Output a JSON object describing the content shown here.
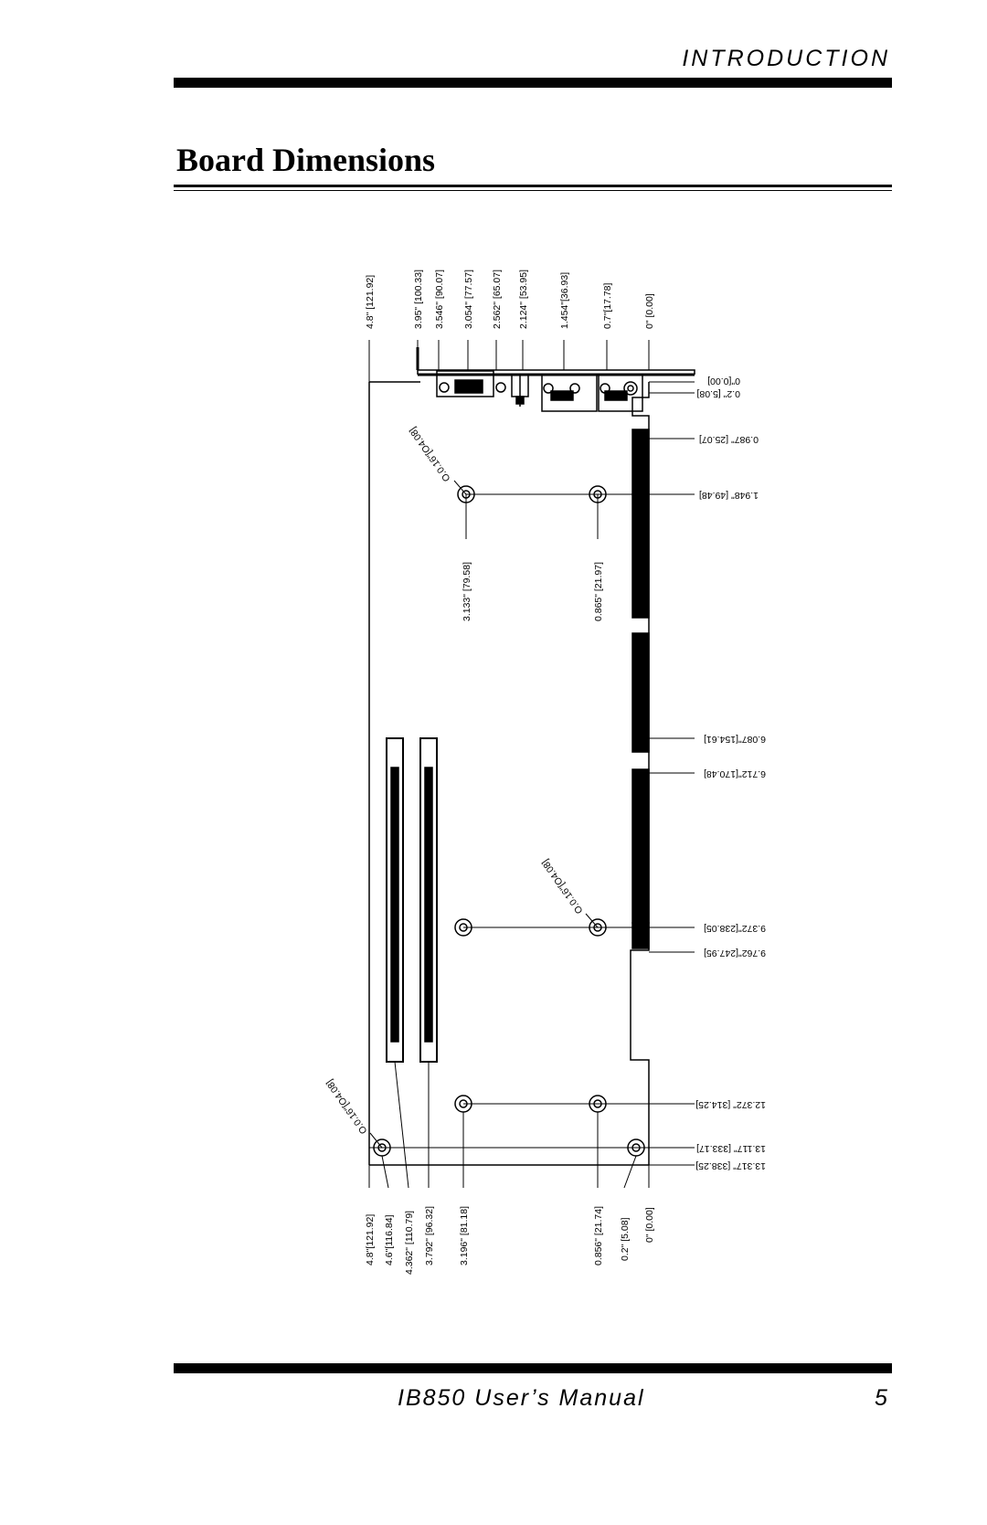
{
  "header": {
    "section": "INTRODUCTION"
  },
  "page_title": "Board Dimensions",
  "footer": {
    "manual": "IB850 User’s Manual",
    "page": "5"
  },
  "top_dims": [
    "4.8\" [121.92]",
    "3.95\" [100.33]",
    "3.546\" [90.07]",
    "3.054\" [77.57]",
    "2.562\" [65.07]",
    "2.124\" [53.95]",
    "1.454\"[36.93]",
    "0.7\"[17.78]",
    "0\" [0.00]"
  ],
  "bottom_dims": [
    "4.8\"[121.92]",
    "4.6\"[116.84]",
    "4.362\" [110.79]",
    "3.792\" [96.32]",
    "3.196\" [81.18]",
    "0.856\" [21.74]",
    "0.2\" [5.08]",
    "0\" [0.00]"
  ],
  "mid_dims": [
    "3.133\" [79.58]",
    "0.865\" [21.97]"
  ],
  "right_dims": [
    "0\"[0.00]",
    "0.2\" [5.08]",
    "0.987\" [25.07]",
    "1.948\" [49.48]",
    "6.087\"[154.61]",
    "6.712\"[170.48]",
    "9.372\"[238.05]",
    "9.762\"[247.95]",
    "12.372\" [314.25]",
    "13.117\" [333.17]",
    "13.317\" [338.25]"
  ],
  "hole_labels": [
    "O.0.16\"[O4.08]",
    "O.0.16\"[O4.08]",
    "O.0.16\"[O4.08]"
  ]
}
